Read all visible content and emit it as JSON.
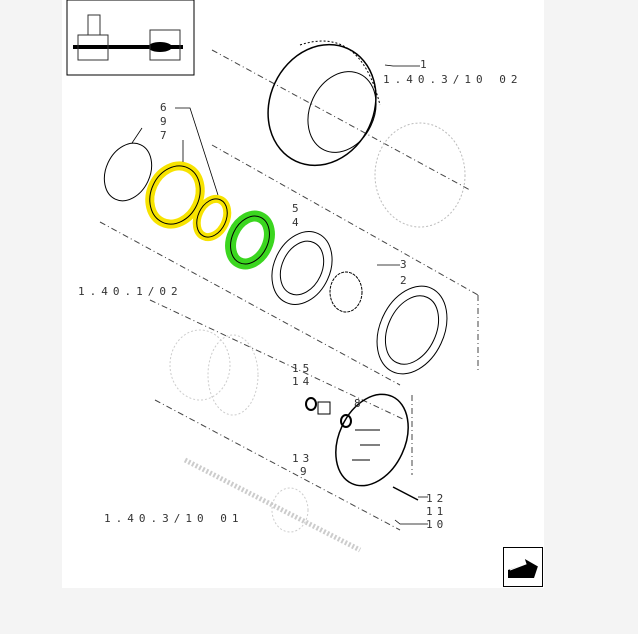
{
  "diagram": {
    "references": [
      "1.40.3/10 02",
      "1.40.1/02",
      "1.40.3/10 01"
    ],
    "callouts": [
      "1",
      "6",
      "9",
      "7",
      "5",
      "4",
      "3",
      "2",
      "15",
      "14",
      "8",
      "13",
      "9",
      "12",
      "11",
      "10"
    ],
    "highlight_colors": {
      "yellow": "#f7e300",
      "green": "#3bd61f"
    }
  },
  "nav": {
    "icon": "back-arrow-icon"
  }
}
